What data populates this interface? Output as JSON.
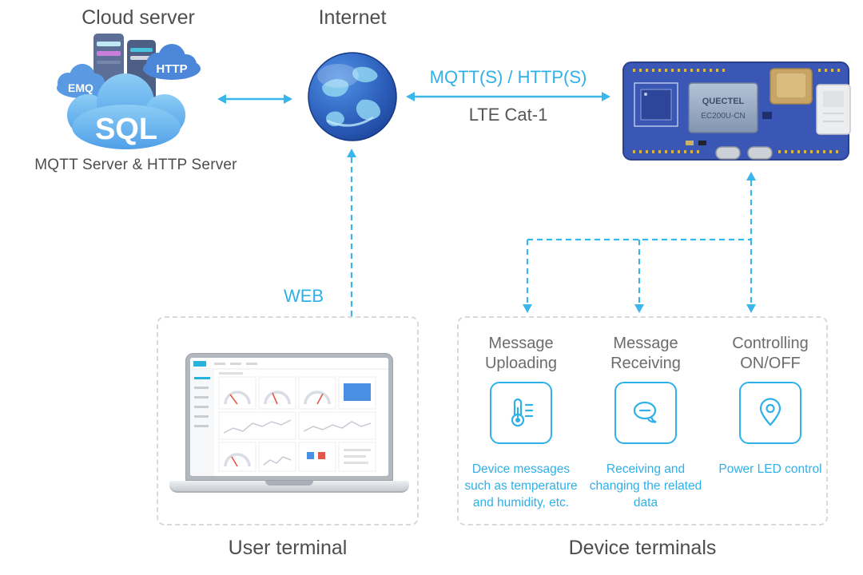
{
  "colors": {
    "accent_cyan": "#2fb0e8",
    "arrow_cyan": "#3ab6ea",
    "text_gray": "#4d4e50",
    "dashed_border": "#d9d9d9",
    "cloud_blue": "#54a5ea",
    "pcb_blue": "#3a57b5"
  },
  "cloud_server": {
    "title": "Cloud server",
    "caption": "MQTT Server & HTTP Server",
    "clouds": {
      "emq": "EMQ",
      "http": "HTTP",
      "sql": "SQL"
    }
  },
  "internet": {
    "title": "Internet"
  },
  "links": {
    "protocol_label": "MQTT(S) / HTTP(S)",
    "lte_label": "LTE Cat-1",
    "web_label": "WEB"
  },
  "pcb": {
    "brand": "QUECTEL",
    "chip_label": "EC200U-CN"
  },
  "user_terminal": {
    "title": "User terminal"
  },
  "device_terminals": {
    "title": "Device terminals",
    "columns": [
      {
        "title": "Message Uploading",
        "icon": "thermometer-icon",
        "description": "Device messages such as temperature and humidity, etc."
      },
      {
        "title": "Message Receiving",
        "icon": "chat-bubble-icon",
        "description": "Receiving and changing the related data"
      },
      {
        "title": "Controlling ON/OFF",
        "icon": "location-pin-icon",
        "description": "Power LED control"
      }
    ]
  }
}
